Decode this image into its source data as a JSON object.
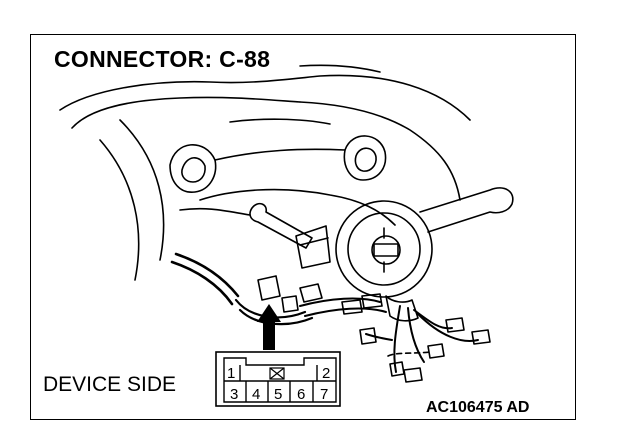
{
  "title": "CONNECTOR: C-88",
  "device_side_label": "DEVICE SIDE",
  "figure_code": "AC106475 AD",
  "connector": {
    "top_row": [
      "1",
      "",
      "2"
    ],
    "bottom_row": [
      "3",
      "4",
      "5",
      "6",
      "7"
    ]
  },
  "colors": {
    "line": "#000000",
    "background": "#ffffff"
  }
}
